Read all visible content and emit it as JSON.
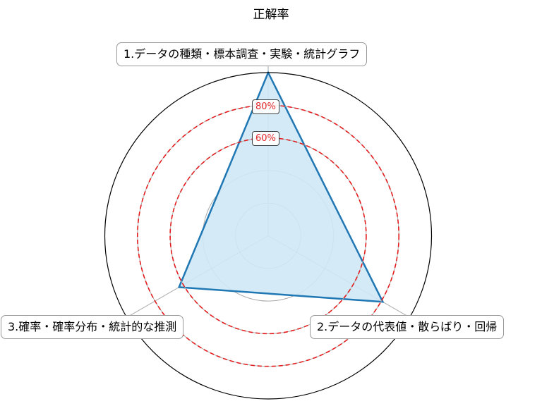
{
  "chart_data": {
    "type": "radar",
    "title": "正解率",
    "categories": [
      "1.データの種類・標本調査・実験・統計グラフ",
      "2.データの代表値・散らばり・回帰",
      "3.確率・確率分布・統計的な推測"
    ],
    "series": [
      {
        "name": "正解率",
        "values": [
          100,
          81,
          63
        ],
        "color": "#1f77b4",
        "fill": "#cfe8f5"
      }
    ],
    "rlim": [
      0,
      100
    ],
    "grid_circles": [
      20,
      40
    ],
    "reference_circles": [
      {
        "value": 60,
        "label": "60%",
        "color": "#e41a1c",
        "style": "dashed"
      },
      {
        "value": 80,
        "label": "80%",
        "color": "#e41a1c",
        "style": "dashed"
      }
    ],
    "legend": "none"
  },
  "title": "正解率",
  "axis_labels": [
    "1.データの種類・標本調査・実験・統計グラフ",
    "2.データの代表値・散らばり・回帰",
    "3.確率・確率分布・統計的な推測"
  ],
  "ref_labels": {
    "p80": "80%",
    "p60": "60%"
  }
}
